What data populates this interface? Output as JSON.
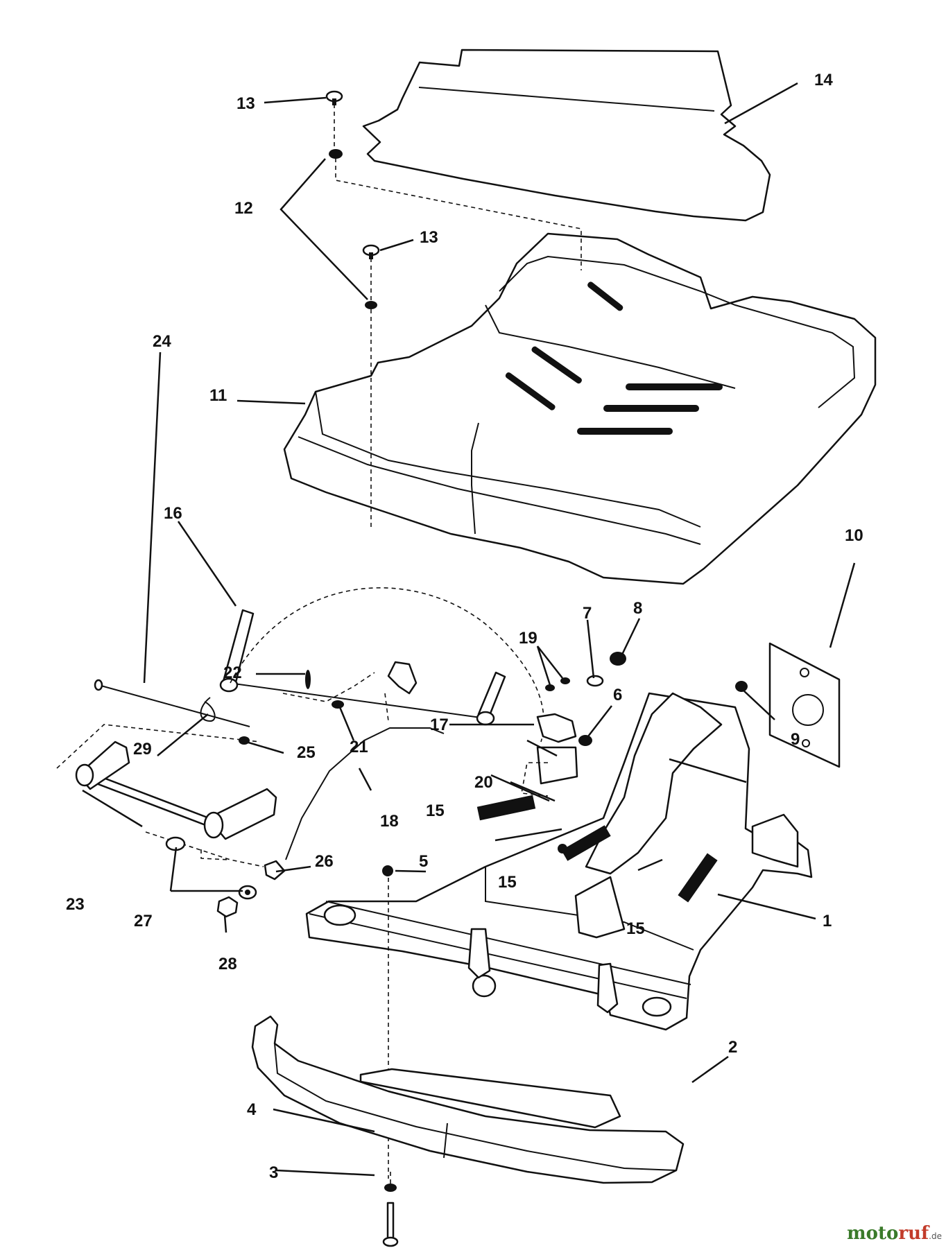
{
  "callouts": [
    "1",
    "2",
    "3",
    "4",
    "5",
    "6",
    "7",
    "8",
    "9",
    "10",
    "11",
    "12",
    "13",
    "13",
    "14",
    "15",
    "15",
    "15",
    "16",
    "17",
    "18",
    "19",
    "20",
    "21",
    "22",
    "23",
    "24",
    "25",
    "26",
    "27",
    "28",
    "29"
  ],
  "watermark": {
    "part1": "moto",
    "part2": "ruf",
    "suffix": ".de"
  }
}
